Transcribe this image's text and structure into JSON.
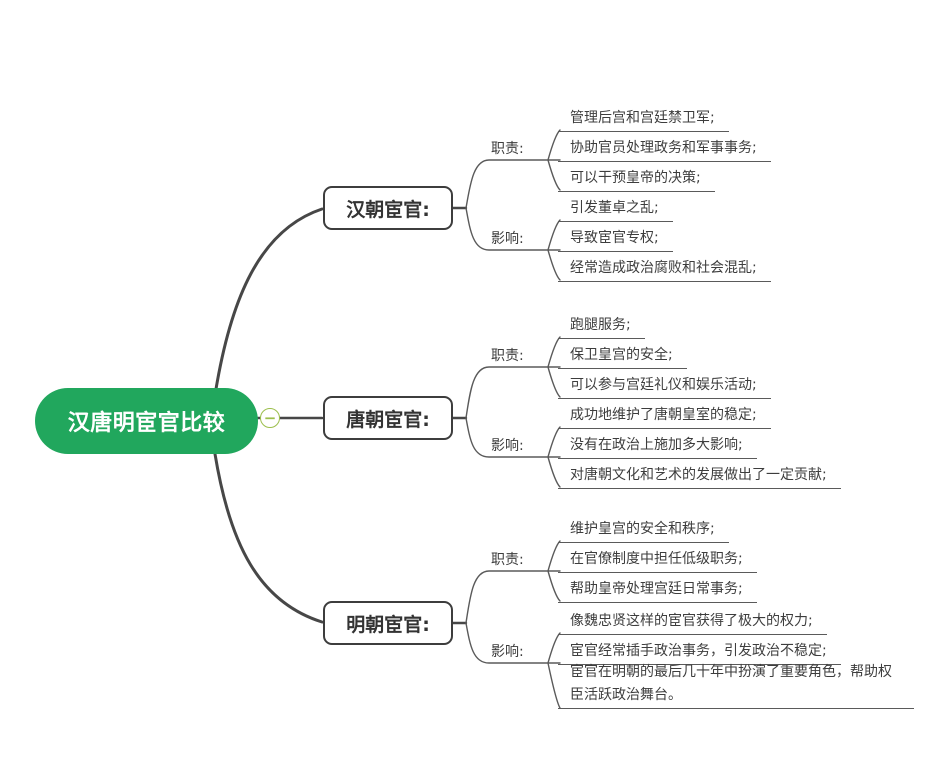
{
  "root": {
    "label": "汉唐明宦官比较"
  },
  "collapse_button": {
    "symbol": "−"
  },
  "branches": [
    {
      "label": "汉朝宦官:",
      "groups": [
        {
          "label": "职责:",
          "items": [
            "管理后宫和宫廷禁卫军;",
            "协助官员处理政务和军事事务;",
            "可以干预皇帝的决策;"
          ]
        },
        {
          "label": "影响:",
          "items": [
            "引发董卓之乱;",
            "导致宦官专权;",
            "经常造成政治腐败和社会混乱;"
          ]
        }
      ]
    },
    {
      "label": "唐朝宦官:",
      "groups": [
        {
          "label": "职责:",
          "items": [
            "跑腿服务;",
            "保卫皇宫的安全;",
            "可以参与宫廷礼仪和娱乐活动;"
          ]
        },
        {
          "label": "影响:",
          "items": [
            "成功地维护了唐朝皇室的稳定;",
            "没有在政治上施加多大影响;",
            "对唐朝文化和艺术的发展做出了一定贡献;"
          ]
        }
      ]
    },
    {
      "label": "明朝宦官:",
      "groups": [
        {
          "label": "职责:",
          "items": [
            "维护皇宫的安全和秩序;",
            "在官僚制度中担任低级职务;",
            "帮助皇帝处理宫廷日常事务;"
          ]
        },
        {
          "label": "影响:",
          "items": [
            "像魏忠贤这样的宦官获得了极大的权力;",
            "宦官经常插手政治事务，引发政治不稳定;",
            "宦官在明朝的最后几十年中扮演了重要角色，帮助权臣活跃政治舞台。"
          ]
        }
      ]
    }
  ],
  "colors": {
    "root_fill": "#21a75d",
    "root_text": "#ffffff",
    "branch_border": "#3d3d3d",
    "thick_line": "#474747",
    "thin_line": "#5a5a5a",
    "collapse_accent": "#9cbf4d"
  }
}
